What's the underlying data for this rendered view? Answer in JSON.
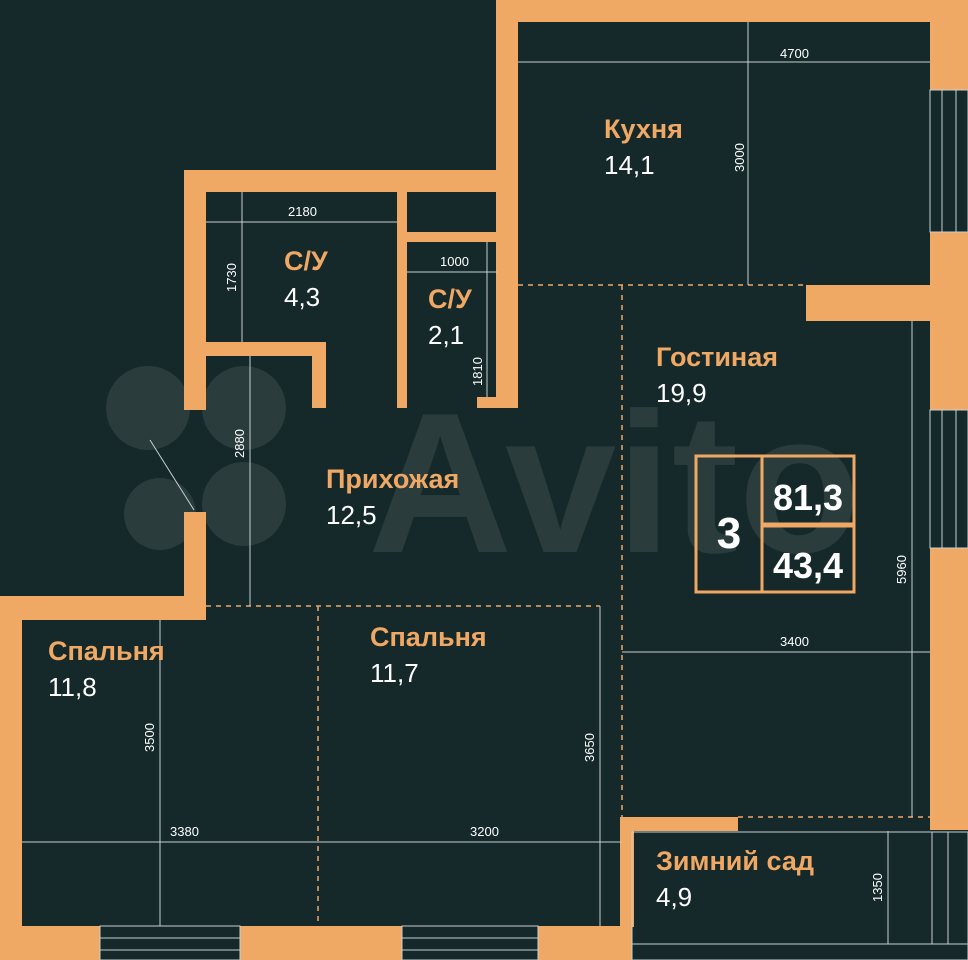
{
  "rooms": {
    "kitchen": {
      "name": "Кухня",
      "area": "14,1"
    },
    "bath1": {
      "name": "С/У",
      "area": "4,3"
    },
    "bath2": {
      "name": "С/У",
      "area": "2,1"
    },
    "living": {
      "name": "Гостиная",
      "area": "19,9"
    },
    "hall": {
      "name": "Прихожая",
      "area": "12,5"
    },
    "bedroom1": {
      "name": "Спальня",
      "area": "11,8"
    },
    "bedroom2": {
      "name": "Спальня",
      "area": "11,7"
    },
    "garden": {
      "name": "Зимний сад",
      "area": "4,9"
    }
  },
  "dimensions": {
    "kitchen_w": "4700",
    "kitchen_h": "3000",
    "bath1_w": "2180",
    "bath1_h": "1730",
    "bath2_w": "1000",
    "bath2_h": "1810",
    "hall_h": "2880",
    "living_h": "5960",
    "living_w": "3400",
    "bedroom1_h": "3500",
    "bedroom1_w": "3380",
    "bedroom2_h": "3650",
    "bedroom2_w": "3200",
    "garden_h": "1350"
  },
  "summary": {
    "rooms_count": "3",
    "total_area": "81,3",
    "living_area": "43,4"
  },
  "watermark": "Avito",
  "colors": {
    "background": "#15292a",
    "walls": "#f0a865",
    "watermark": "#2b3c3d"
  }
}
